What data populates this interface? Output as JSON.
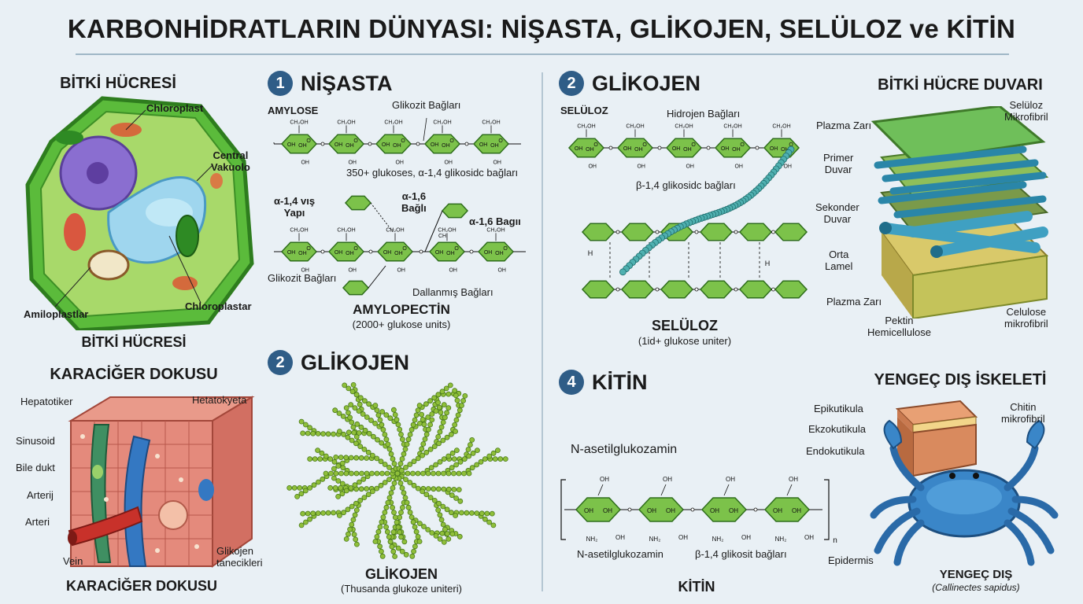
{
  "title": "KARBONHİDRATLARIN DÜNYASI: NİŞASTA, GLİKOJEN, SELÜLOZ ve KİTİN",
  "plant_cell": {
    "heading": "BİTKİ HÜCRESİ",
    "caption": "BİTKİ HÜCRESİ",
    "labels": {
      "chloroplast": "Chloroplast",
      "central_vacuole": "Central\nVakuolo",
      "amyloplast": "Amiloplastlar",
      "chloroplastar": "Chloroplastar"
    }
  },
  "liver": {
    "heading": "KARACİĞER DOKUSU",
    "caption": "KARACİĞER DOKUSU",
    "labels": {
      "hepatocyte_left": "Hepatotiker",
      "hepatocyte_right": "Hetatokyeta",
      "sinusoid": "Sinusoid",
      "bile": "Bile dukt",
      "arterij": "Arterij",
      "arteri": "Arteri",
      "vein": "Vein",
      "glycogen": "Glikojen\ntanecikleri"
    }
  },
  "starch": {
    "number": "1",
    "heading": "NİŞASTA",
    "amylose_label": "AMYLOSE",
    "glycosidic_top": "Glikozit Bağları",
    "amylose_note": "350+ glukoses, α-1,4 glikosidc bağları",
    "a14": "α-1,4 vış\nYapı",
    "a16_left": "α-1,6\nBağlı",
    "a16_right": "α-1,6 Bagıı",
    "glycosidic_bottom": "Glikozit Bağları",
    "branch_bonds": "Dallanmış Bağları",
    "amylopectin": "AMYLOPECTİN",
    "amylopectin_note": "(2000+ glukose units)",
    "ring_ch2oh": "CH₂OH",
    "ring_oh": "OH",
    "ring_o": "O",
    "ring_ch": "CH"
  },
  "glycogen": {
    "number": "2",
    "heading": "GLİKOJEN",
    "caption": "GLİKOJEN",
    "note": "(Thusanda glukoze uniteri)"
  },
  "cellulose": {
    "number": "2",
    "heading": "GLİKOJEN",
    "sub_label": "SELÜLOZ",
    "hydrogen": "Hidrojen Bağları",
    "beta14": "β-1,4 glikosidc bağları",
    "caption": "SELÜLOZ",
    "note": "(1id+ glukose uniter)",
    "h": "H"
  },
  "cell_wall": {
    "heading": "BİTKİ HÜCRE DUVARI",
    "labels": {
      "plasma_top": "Plazma Zarı",
      "primary": "Primer\nDuvar",
      "secondary": "Sekonder\nDuvar",
      "middle": "Orta\nLamel",
      "plasma_bottom": "Plazma Zarı",
      "pectin": "Pektin\nHemicellulose",
      "microfibril_top": "Selüloz\nMikrofibril",
      "microfibril_bottom": "Celulose\nmikrofibril"
    }
  },
  "chitin": {
    "number": "4",
    "heading": "KİTİN",
    "monomer_top": "N-asetilglukozamin",
    "monomer_bottom": "N-asetilglukozamin",
    "bond": "β-1,4 glikosit bağları",
    "caption": "KİTİN",
    "nh2": "NH₂",
    "n": "n"
  },
  "crab": {
    "heading": "YENGEÇ DIŞ İSKELETİ",
    "labels": {
      "epicuticle": "Epikutikula",
      "exocuticle": "Ekzokutikula",
      "endocuticle": "Endokutikula",
      "chitin_fibril": "Chitin\nmikrofibril",
      "epidermis": "Epidermis"
    },
    "caption": "YENGEÇ DIŞ",
    "species": "(Callinectes sapidus)"
  },
  "colors": {
    "ring": "#7cc24a",
    "ring_dark": "#2f6e1c",
    "accent": "#2f5d87",
    "bead": "#4fb0b0",
    "liver": "#d9776a"
  }
}
